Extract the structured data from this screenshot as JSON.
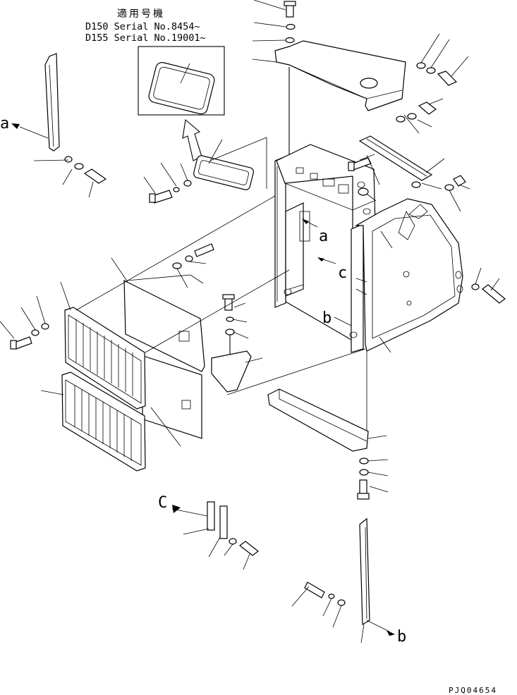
{
  "applicability": {
    "title": "適用号機",
    "line1": "D150 Serial No.8454~",
    "line2": "D155 Serial No.19001~"
  },
  "view_letters": {
    "a_left": "a",
    "a_center": "a",
    "b_center": "b",
    "b_bottom": "b",
    "c_center": "c",
    "c_lower": "C"
  },
  "drawing_code": "PJQ04654"
}
